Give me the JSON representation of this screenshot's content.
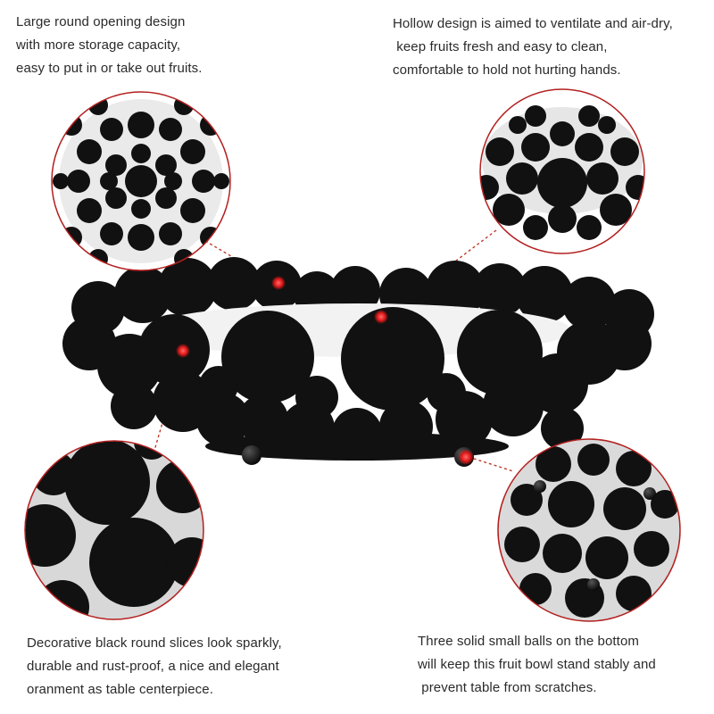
{
  "captions": {
    "top_left": [
      "Large round opening design",
      "with more storage capacity,",
      "easy to put in or take out fruits."
    ],
    "top_right": [
      "Hollow design is aimed to ventilate and air-dry,",
      " keep fruits fresh and easy to clean,",
      "comfortable to hold not hurting hands."
    ],
    "bottom_left": [
      "Decorative black round slices look sparkly,",
      "durable and rust-proof, a nice and elegant",
      "oranment as table centerpiece."
    ],
    "bottom_right": [
      "Three solid small balls on the bottom",
      "will keep this fruit bowl stand stably and",
      " prevent table from scratches."
    ]
  },
  "colors": {
    "bowl": "#111111",
    "accent": "#d41f1f",
    "lens_border": "#b32020",
    "leader_line": "#c0392b"
  }
}
